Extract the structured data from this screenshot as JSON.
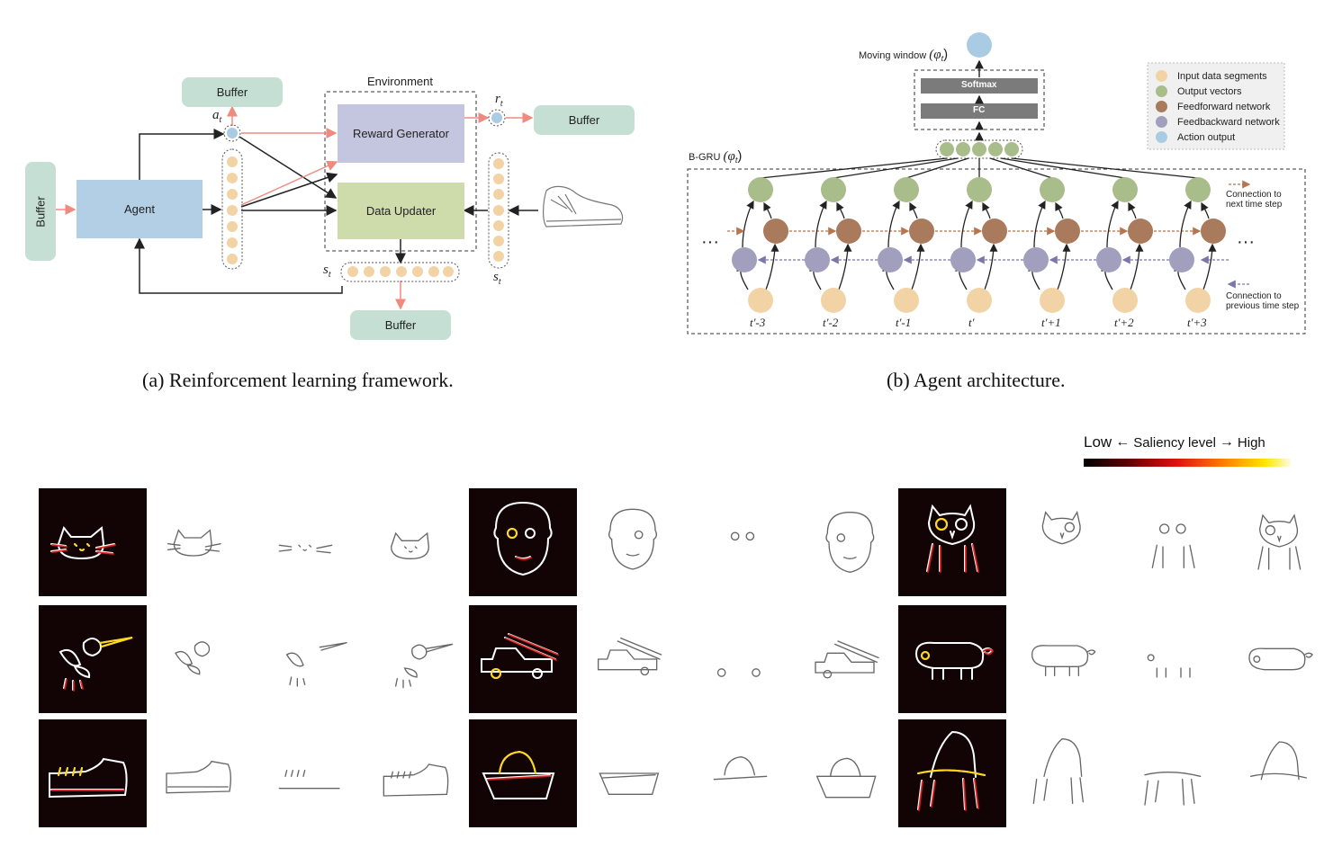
{
  "panel_a": {
    "caption": "(a) Reinforcement learning framework.",
    "environment_label": "Environment",
    "reward_generator": "Reward Generator",
    "data_updater": "Data Updater",
    "agent": "Agent",
    "buffer_left": "Buffer",
    "buffer_top": "Buffer",
    "buffer_right": "Buffer",
    "buffer_bottom": "Buffer",
    "a_t": "a",
    "r_t": "r",
    "s_t": "s",
    "s_t2": "s",
    "sub_t": "t"
  },
  "panel_b": {
    "caption": "(b) Agent architecture.",
    "moving_window": "Moving window",
    "moving_window_sym": "(φ",
    "moving_window_sub": "t",
    "softmax": "Softmax",
    "fc": "FC",
    "bgru": "B-GRU",
    "bgru_sym": "(φ",
    "bgru_sub": "t",
    "next_label_1": "Connection to",
    "next_label_2": "next time step",
    "prev_label_1": "Connection to",
    "prev_label_2": "previous time step",
    "ellipsis": "···",
    "time_labels": [
      "t'-3",
      "t'-2",
      "t'-1",
      "t'",
      "t'+1",
      "t'+2",
      "t'+3"
    ],
    "legend": [
      {
        "label": "Input data segments",
        "color": "#f1d3a5"
      },
      {
        "label": "Output vectors",
        "color": "#a9bd8b"
      },
      {
        "label": "Feedforward network",
        "color": "#a97a5c"
      },
      {
        "label": "Feedbackward network",
        "color": "#a29ebd"
      },
      {
        "label": "Action output",
        "color": "#a9cbe3"
      }
    ],
    "colors": {
      "input": "#f1d3a5",
      "output": "#a9bd8b",
      "forward": "#a97a5c",
      "backward": "#a29ebd",
      "action": "#a9cbe3"
    }
  },
  "saliency": {
    "low": "Low",
    "label": "Saliency level",
    "high": "High"
  },
  "sketch_groups": [
    {
      "rows": [
        "cat",
        "bee",
        "shoe"
      ]
    },
    {
      "rows": [
        "face",
        "truck",
        "purse"
      ]
    },
    {
      "rows": [
        "owl",
        "pig",
        "hat"
      ]
    }
  ]
}
